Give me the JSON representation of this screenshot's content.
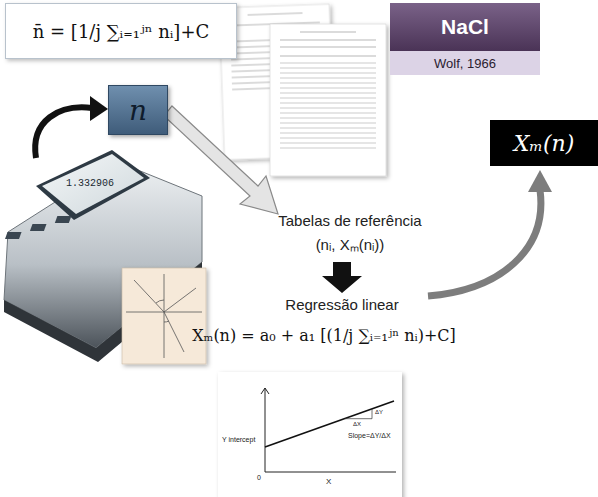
{
  "diagram": {
    "nodes": [
      {
        "text": [
          "n̄ = [1/j ∑ᵢ₌₁ʲⁿ nᵢ]+C"
        ]
      },
      {
        "text": [
          "NaCl",
          "Wolf, 1966"
        ]
      },
      {
        "text": [
          "n"
        ]
      },
      {
        "text": [
          "Xₘ(n)"
        ]
      }
    ],
    "labels": [
      "1.332906",
      "Tabelas de referência",
      "(nᵢ, Xₘ(nᵢ))",
      "Regressão linear",
      "Xₘ(n) = a₀ + a₁ [(1/j ∑ᵢ₌₁ʲⁿ nᵢ)+C]",
      "Y intercept",
      "0",
      "X",
      "ΔX",
      "ΔY",
      "Slope=ΔY/ΔX"
    ]
  }
}
